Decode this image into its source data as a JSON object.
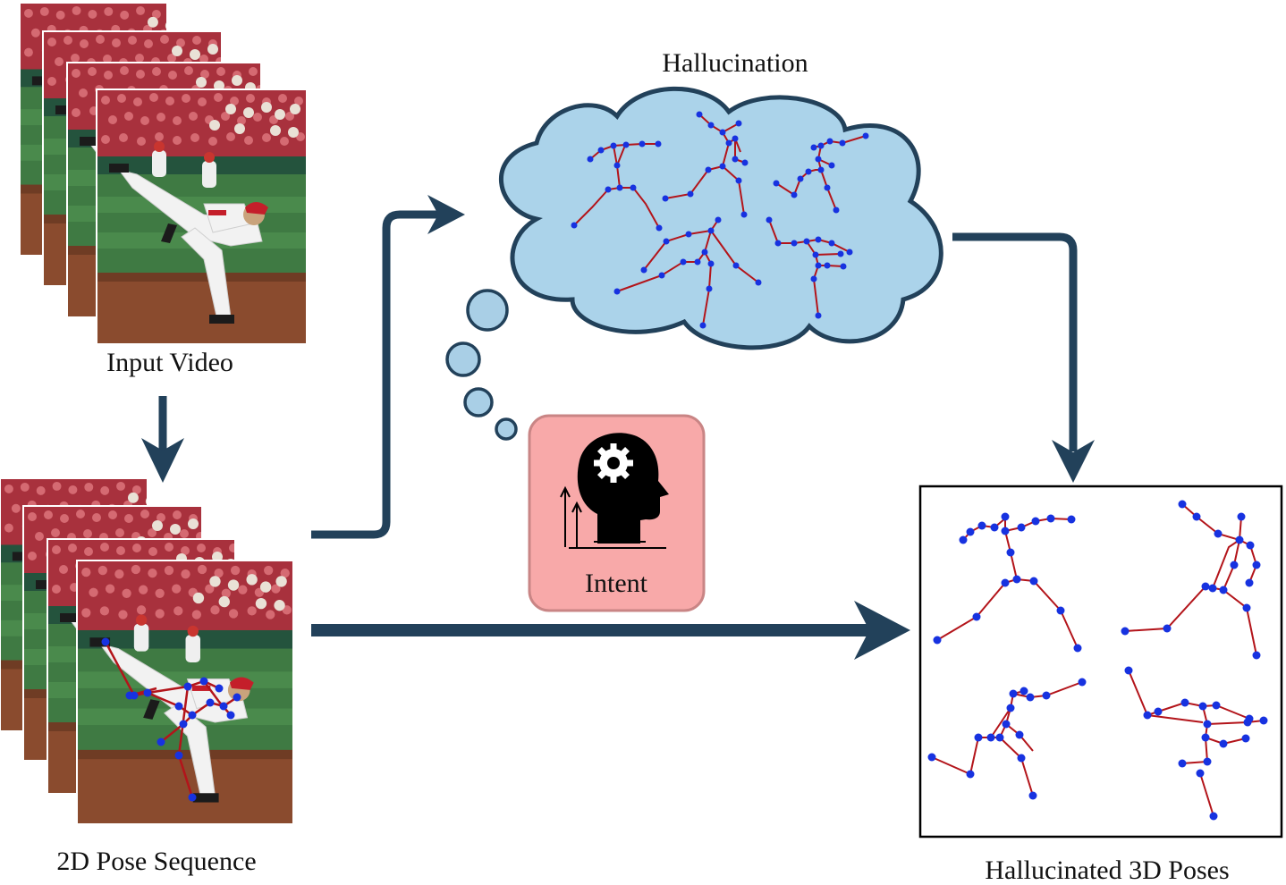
{
  "labels": {
    "input_video": "Input Video",
    "pose_sequence": "2D Pose Sequence",
    "hallucination": "Hallucination",
    "intent": "Intent",
    "output": "Hallucinated 3D Poses"
  },
  "icons": {
    "intent": "head-with-gear-icon",
    "frame": "baseball-pitcher-photo"
  },
  "colors": {
    "arrow": "#22415a",
    "cloud_fill": "#abd3ea",
    "cloud_stroke": "#22415a",
    "bubble_fill": "#a9cfe6",
    "intent_fill": "#f8a9a9",
    "intent_stroke": "#c98585",
    "bone": "#b3141a",
    "joint": "#1732e0"
  }
}
